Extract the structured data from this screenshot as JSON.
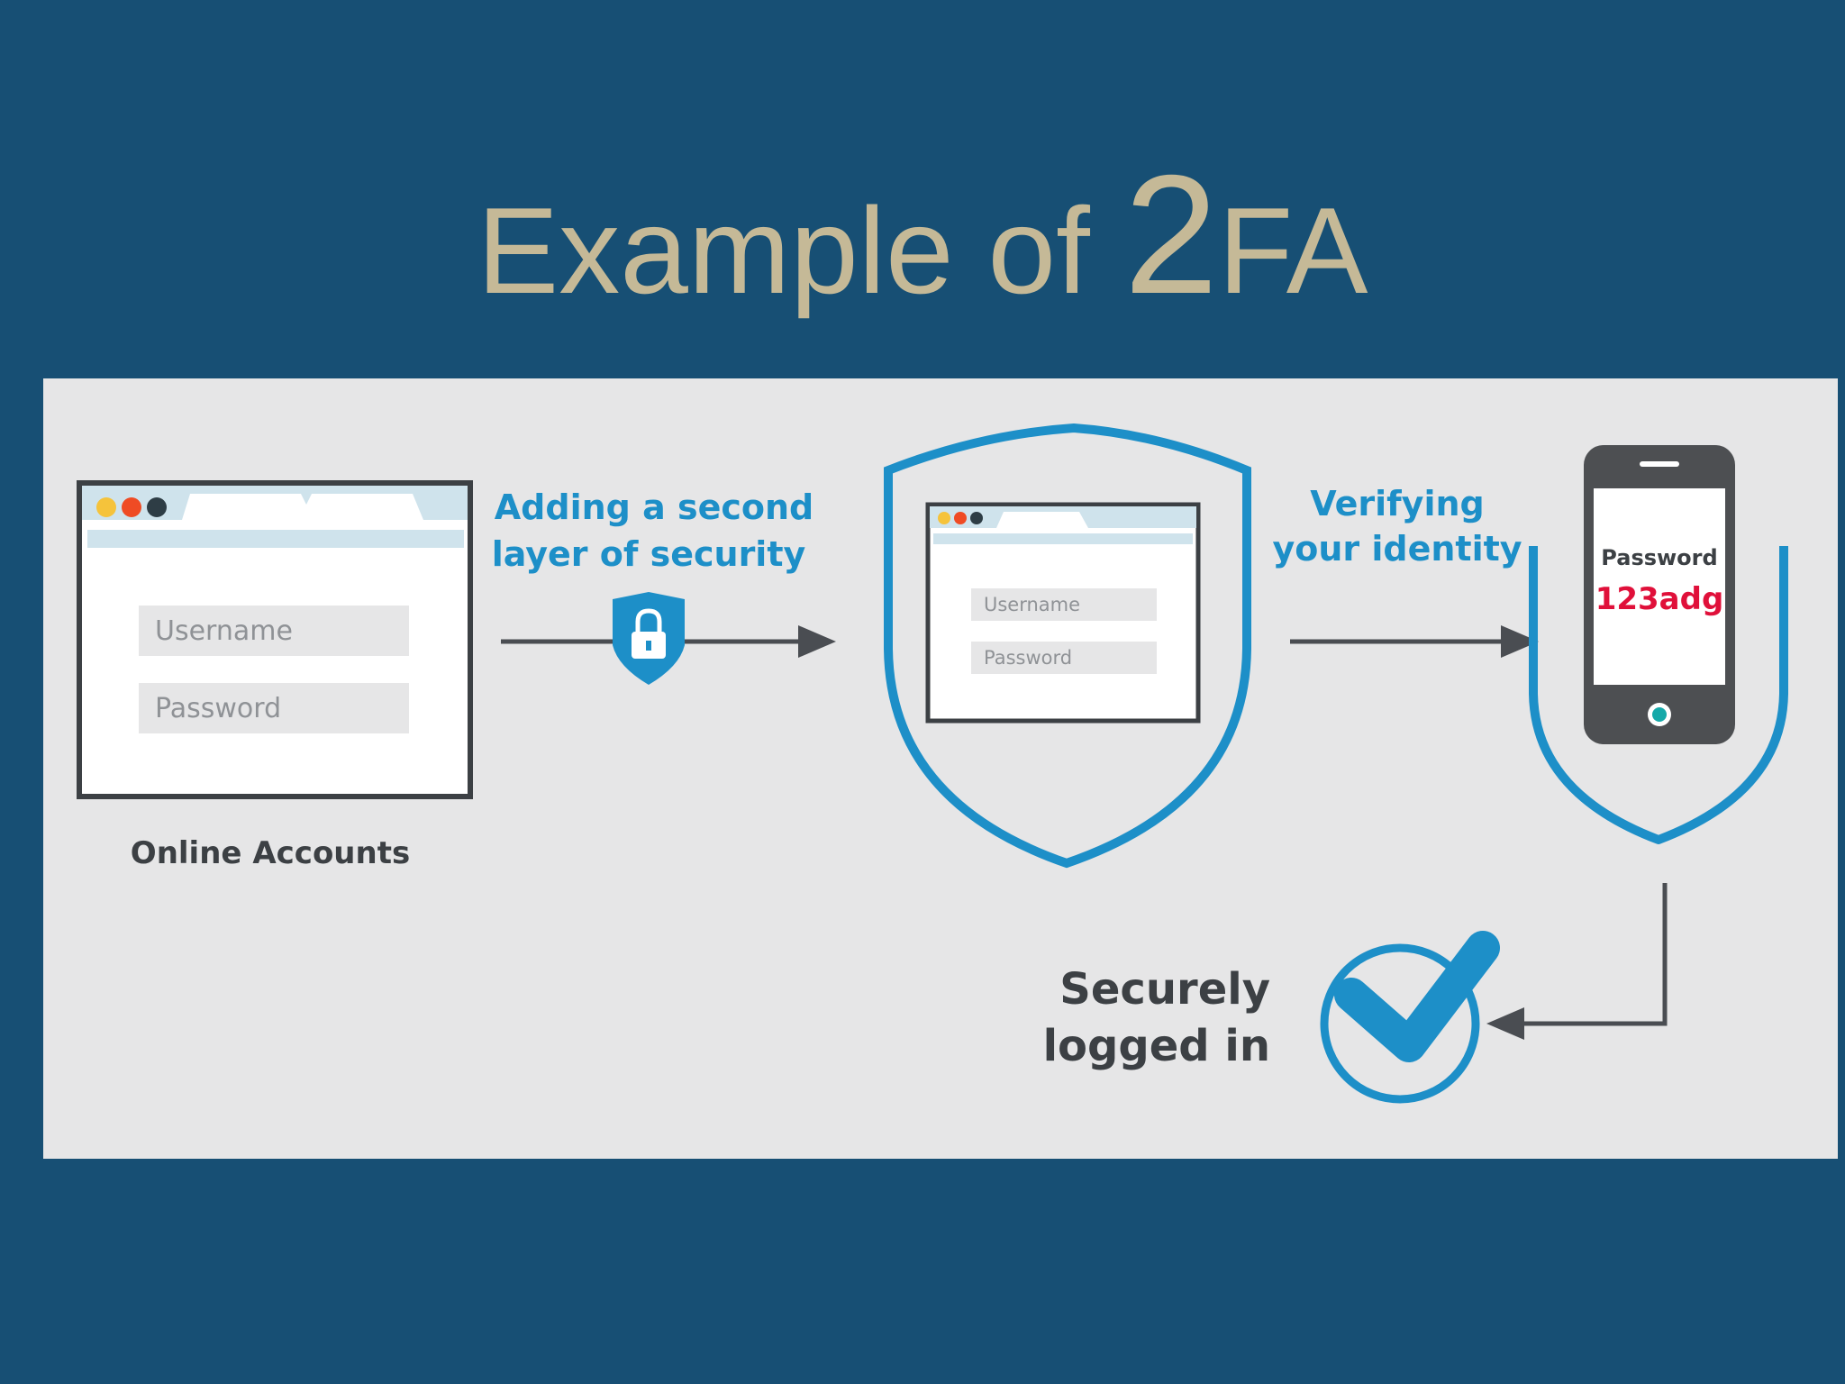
{
  "title": {
    "prefix": "Example of ",
    "digit": "2",
    "suffix": "FA"
  },
  "steps": {
    "online_accounts": {
      "label": "Online Accounts",
      "username_placeholder": "Username",
      "password_placeholder": "Password"
    },
    "second_layer": {
      "line1": "Adding a second",
      "line2": "layer of security"
    },
    "protected_form": {
      "username_placeholder": "Username",
      "password_placeholder": "Password"
    },
    "verify": {
      "line1": "Verifying",
      "line2": "your identity"
    },
    "phone": {
      "label": "Password",
      "code": "123adg"
    },
    "result": {
      "line1": "Securely",
      "line2": "logged in"
    }
  },
  "icons": [
    "lock-icon",
    "shield-icon",
    "phone-icon",
    "check-icon",
    "arrow-icon"
  ],
  "colors": {
    "background": "#174f74",
    "title": "#c5b997",
    "panel": "#e6e6e7",
    "accent_blue": "#1d8fc8",
    "dark": "#3c4044",
    "code_red": "#e0103a",
    "dot_yellow": "#f5c33b",
    "dot_red": "#ef4b24",
    "dot_dark": "#2e3d45"
  }
}
